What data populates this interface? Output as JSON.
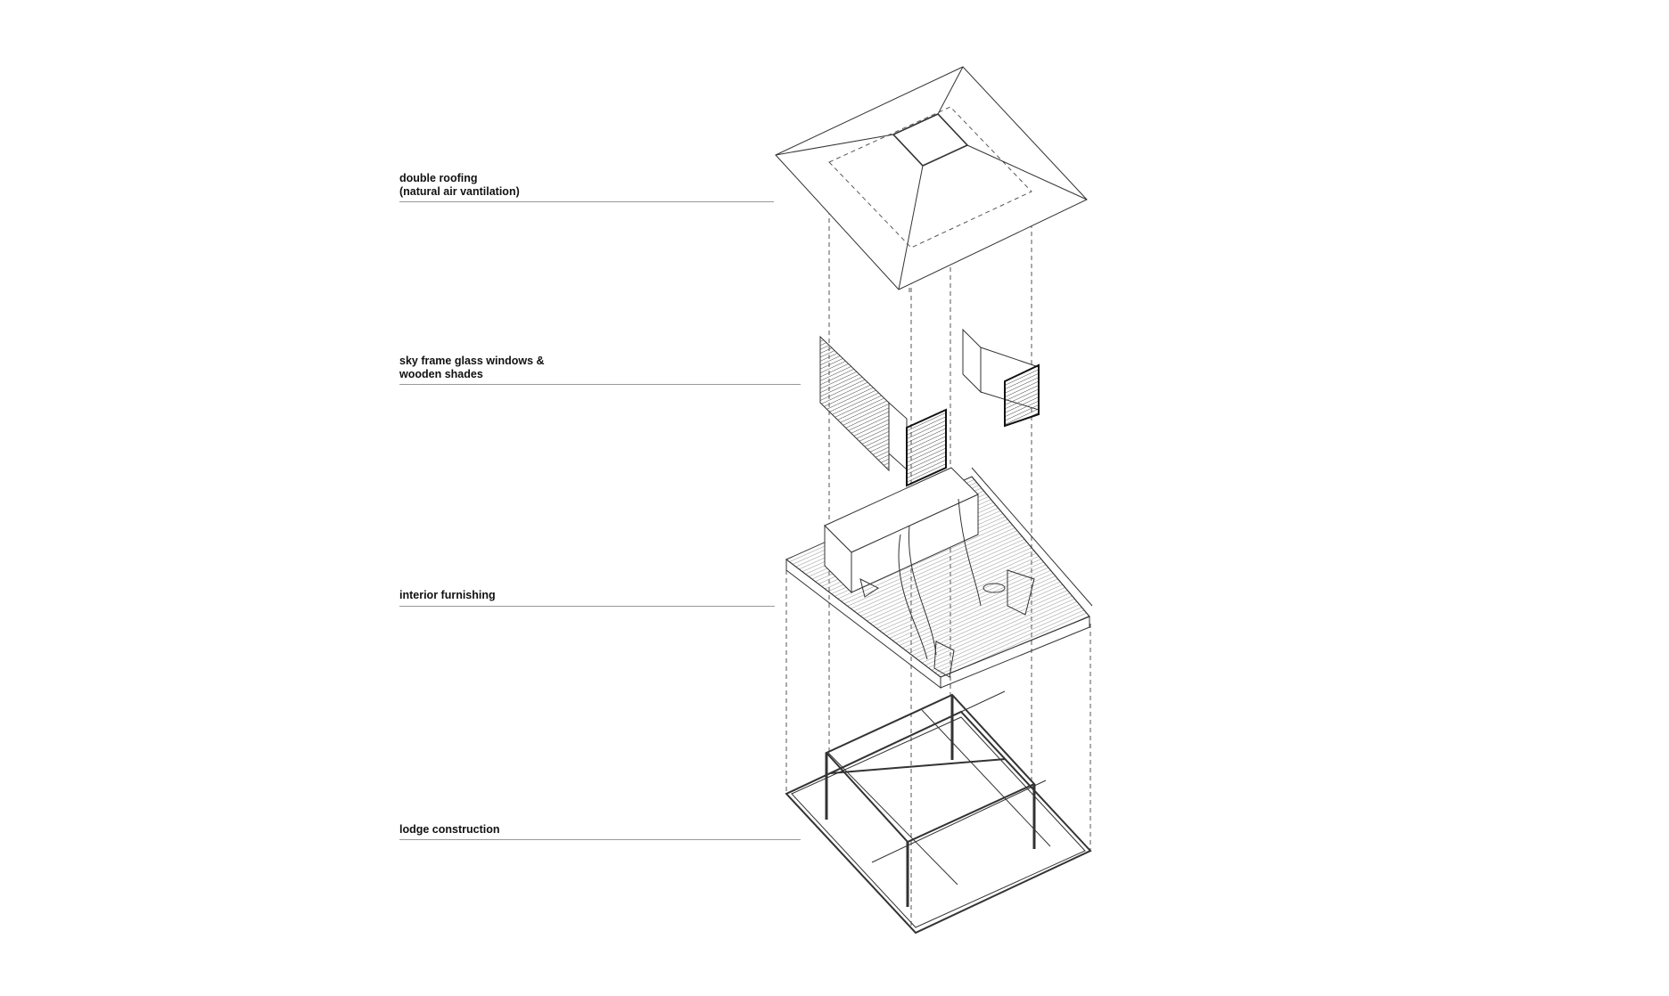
{
  "labels": [
    {
      "line1": "double roofing",
      "line2": "(natural air vantilation)"
    },
    {
      "line1": "sky frame glass windows &",
      "line2": "wooden shades"
    },
    {
      "line1": "interior furnishing",
      "line2": ""
    },
    {
      "line1": "lodge construction",
      "line2": ""
    }
  ]
}
